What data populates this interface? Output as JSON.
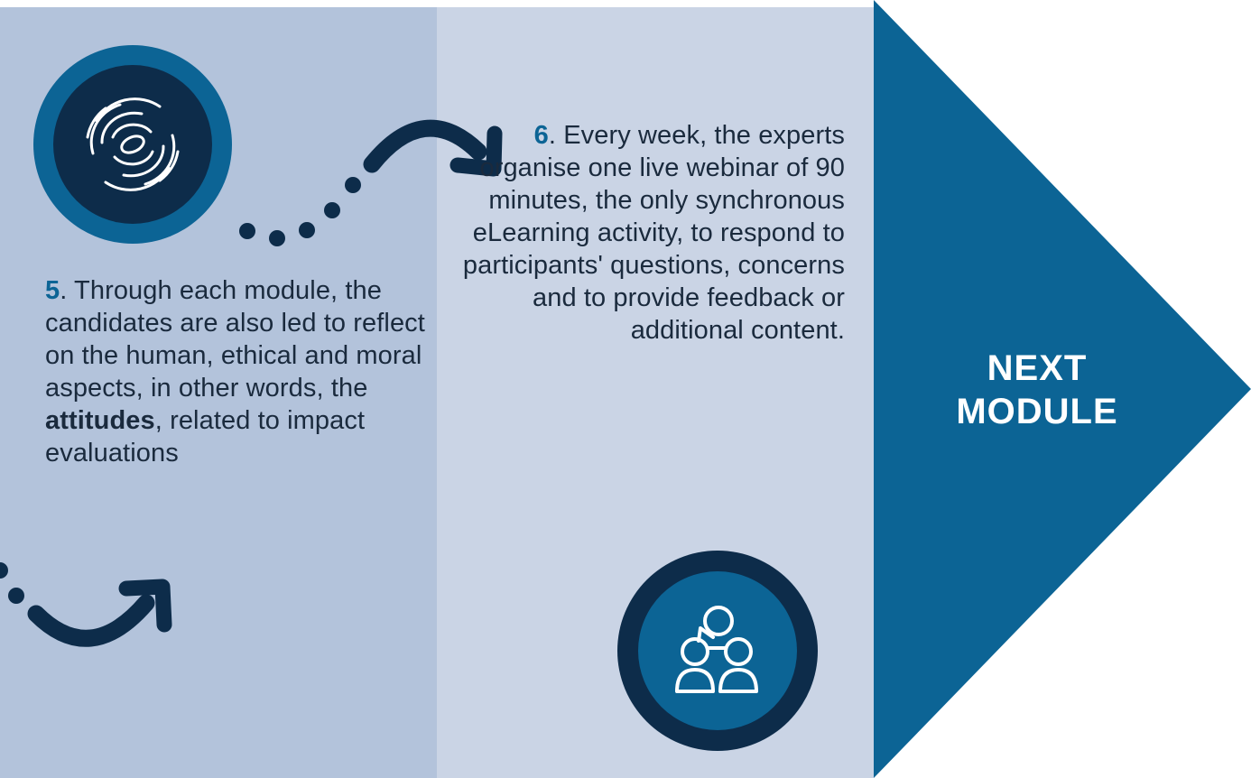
{
  "colors": {
    "panel_left": "#b3c3db",
    "panel_middle": "#cad4e5",
    "navy": "#0d2c4a",
    "blue": "#0c6495",
    "text": "#1a2a3d"
  },
  "steps": [
    {
      "number": "5",
      "icon": "swirl-icon",
      "text_before": ". Through each module, the candidates are also led to reflect on the human, ethical and moral aspects, in other words, the ",
      "emphasis": "attitudes",
      "text_after": ", related to impact evaluations"
    },
    {
      "number": "6",
      "icon": "group-discussion-icon",
      "text": ". Every week, the experts organise one live webinar of 90 minutes, the only synchronous eLearning activity, to respond to participants' questions, concerns and to provide feedback or additional content."
    }
  ],
  "next": {
    "line1": "NEXT",
    "line2": "MODULE"
  }
}
